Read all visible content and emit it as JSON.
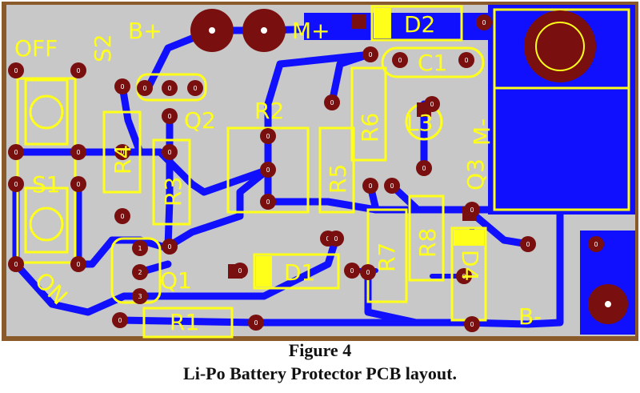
{
  "figure": {
    "caption_title": "Figure 4",
    "caption_subtitle": "Li-Po Battery Protector PCB layout."
  },
  "colors": {
    "board": "#c8c8c8",
    "border": "#8b5a2b",
    "trace": "#1010ff",
    "silkscreen": "#ffff1a",
    "pad": "#7a0f0f",
    "hole": "#ffffff"
  },
  "labels": {
    "off": "OFF",
    "s2": "S2",
    "b_plus": "B+",
    "m_plus": "M+",
    "d2": "D2",
    "c1": "C1",
    "q2": "Q2",
    "r2": "R2",
    "r6": "R6",
    "l3": "L3",
    "m_minus": "M-",
    "r4": "R4",
    "r3": "R3",
    "s1": "S1",
    "r5": "R5",
    "q3": "Q3",
    "r8": "R8",
    "r7": "R7",
    "d4": "D4",
    "q1": "Q1",
    "d1": "D1",
    "on": "ON",
    "r1": "R1",
    "b_minus": "B-",
    "pad_number": "0",
    "q_pins": [
      "1",
      "2",
      "3"
    ]
  }
}
